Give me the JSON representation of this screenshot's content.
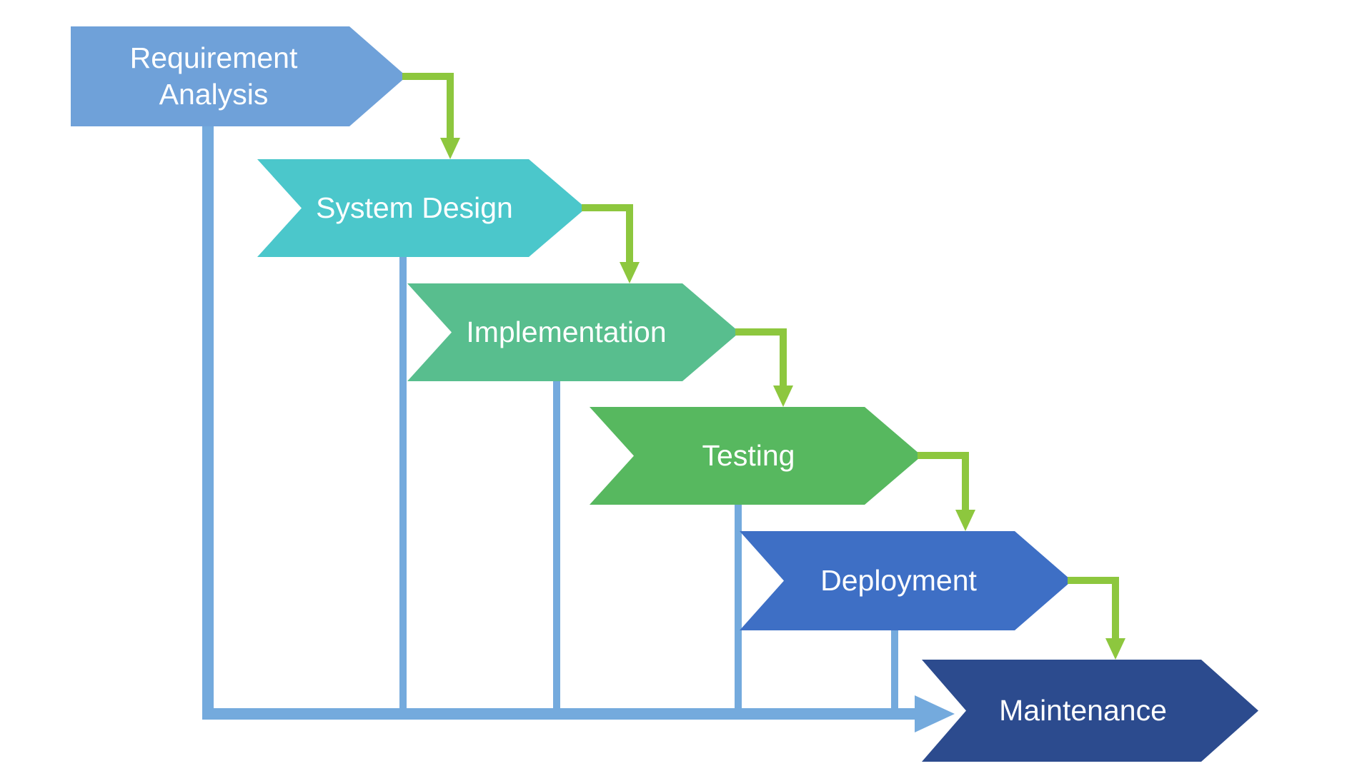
{
  "diagram": {
    "kind": "waterfall-model-flowchart",
    "background": "#FFFFFF",
    "text_color": "#FFFFFF",
    "connector_color": "#8DC73E",
    "flow_line_color": "#74AADD",
    "stages": [
      {
        "label": "Requirement Analysis",
        "color": "#6FA1D9"
      },
      {
        "label": "System Design",
        "color": "#4BC7CB"
      },
      {
        "label": "Implementation",
        "color": "#58BE8E"
      },
      {
        "label": "Testing",
        "color": "#57B85F"
      },
      {
        "label": "Deployment",
        "color": "#3E6FC5"
      },
      {
        "label": "Maintenance",
        "color": "#2C4B8E"
      }
    ]
  }
}
